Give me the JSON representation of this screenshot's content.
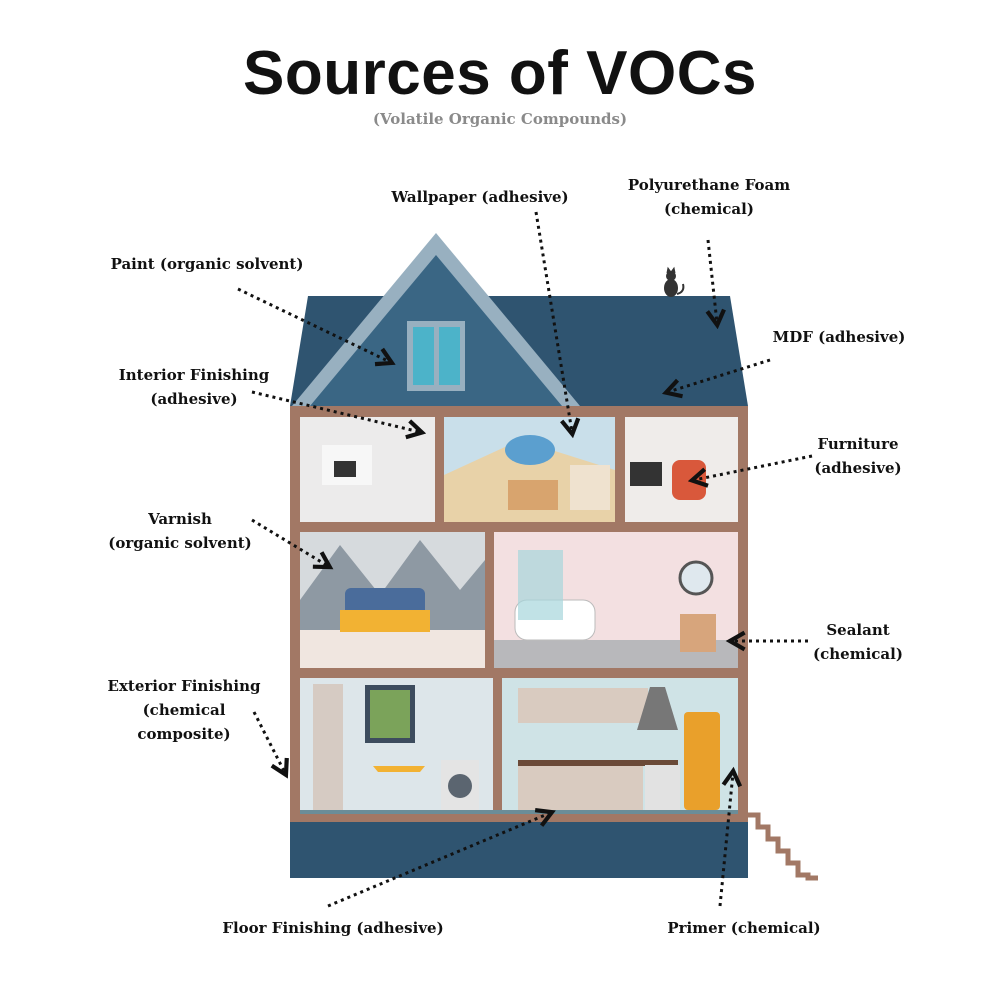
{
  "title": "Sources of VOCs",
  "subtitle": "(Volatile Organic Compounds)",
  "labels": {
    "paint": "Paint (organic solvent)",
    "interior_1": "Interior Finishing",
    "interior_2": "(adhesive)",
    "wallpaper": "Wallpaper (adhesive)",
    "polyurethane_1": "Polyurethane Foam",
    "polyurethane_2": "(chemical)",
    "mdf": "MDF (adhesive)",
    "furniture_1": "Furniture",
    "furniture_2": "(adhesive)",
    "varnish_1": "Varnish",
    "varnish_2": "(organic solvent)",
    "sealant_1": "Sealant",
    "sealant_2": "(chemical)",
    "exterior_1": "Exterior Finishing",
    "exterior_2": "(chemical",
    "exterior_3": "composite)",
    "floor": "Floor Finishing (adhesive)",
    "primer": "Primer (chemical)"
  },
  "colors": {
    "roof": "#2f5470",
    "gable": "#3a6684",
    "gable_trim": "#98b0c0",
    "frame": "#a27865",
    "window": "#4cb3c9"
  }
}
